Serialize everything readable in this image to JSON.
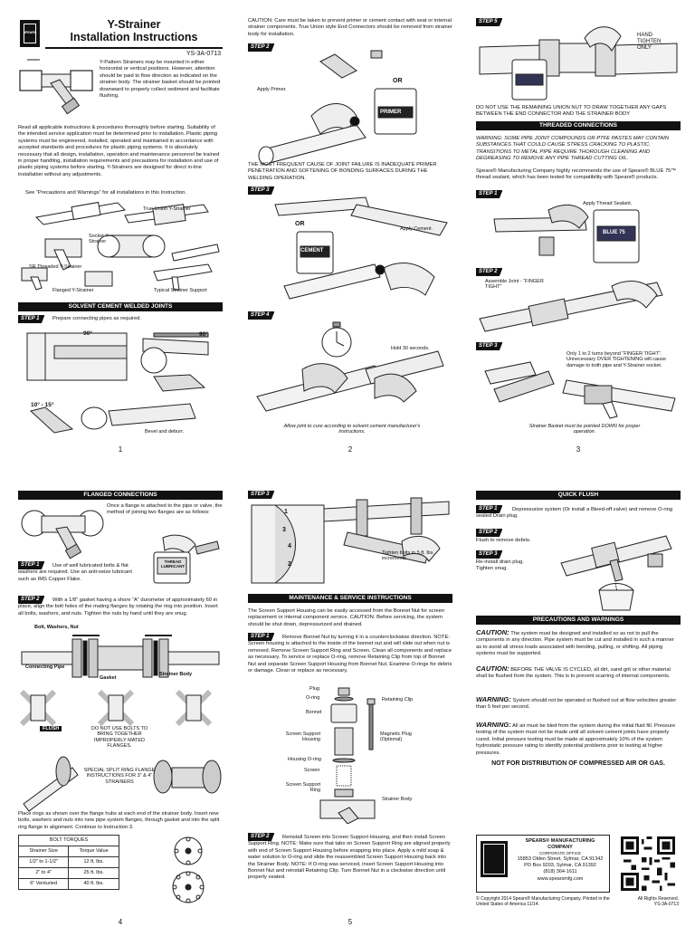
{
  "header": {
    "logo_text": "SPEARS",
    "title_line1": "Y-Strainer",
    "title_line2": "Installation Instructions",
    "doc_code": "YS-3A-0713"
  },
  "panel1": {
    "intro": "Y-Pattern Strainers may be mounted in either horizontal or vertical positions. However, attention should be paid to flow direction as indicated on the strainer body. The strainer basket should be pointed downward to properly collect sediment and facilitate flushing.",
    "body": "Read all applicable instructions & procedures thoroughly before starting. Suitability of the intended service application must be determined prior to installation. Plastic piping systems must be engineered, installed, operated and maintained in accordance with accepted standards and procedures for plastic piping systems. It is absolutely necessary that all design, installation, operation and maintenance personnel be trained in proper handling, installation requirements and precautions for installation and use of plastic piping systems before starting. Y-Strainers are designed for direct in-line installation without any adjustments.",
    "see_note": "See “Precautions and Warnings” for all installations in this Instruction.",
    "labels": {
      "true_union": "True Union Y-Strainer",
      "socket": "Socket Y-Strainer",
      "sr_threaded": "SR Threaded Y-Strainer",
      "flanged": "Flanged Y-Strainer",
      "support": "Typical Strainer Support"
    },
    "section": "SOLVENT CEMENT WELDED JOINTS",
    "step1_label": "STEP 1",
    "step1_text": "Prepare connecting pipes as required.",
    "angle1": "90°",
    "angle2": "90°",
    "bevel_angle": "10° - 15°",
    "bevel_text": "Bevel and deburr.",
    "page_num": "1"
  },
  "panel2": {
    "caution": "CAUTION: Care must be taken to prevent primer or cement contact with seat or internal strainer components. True Union style End Connectors should be removed from strainer body for installation.",
    "step2_label": "STEP 2",
    "apply_primer": "Apply Primer.",
    "or1": "OR",
    "primer_can": "PRIMER",
    "failure_note": "THE MOST FREQUENT CAUSE OF JOINT FAILURE IS INADEQUATE PRIMER PENETRATION AND SOFTENING OF BONDING SURFACES DURING THE WELDING OPERATION.",
    "step3_label": "STEP 3",
    "or2": "OR",
    "cement_can": "CEMENT",
    "apply_cement": "Apply Cement.",
    "step4_label": "STEP 4",
    "hold": "Hold 30 seconds.",
    "cure_note": "Allow joint to cure according to solvent cement manufacturer's instructions.",
    "page_num": "2"
  },
  "panel3": {
    "step5_label": "STEP 5",
    "hand_tighten": "HAND TIGHTEN ONLY",
    "union_note": "DO NOT USE THE REMAINING UNION NUT TO DRAW TOGETHER ANY GAPS BETWEEN THE END CONNECTOR AND THE STRAINER BODY",
    "section": "THREADED CONNECTIONS",
    "warning": "WARNING: SOME PIPE JOINT COMPOUNDS OR PTFE PASTES MAY CONTAIN SUBSTANCES THAT COULD CAUSE STRESS CRACKING TO PLASTIC. TRANSITIONS TO METAL PIPE REQUIRE THOROUGH CLEANING AND DEGREASING TO REMOVE ANY PIPE THREAD CUTTING OIL.",
    "recommend": "Spears® Manufacturing Company highly recommends the use of Spears® BLUE 75™ thread sealant, which has been tested for compatibility with Spears® products.",
    "step1_label": "STEP 1",
    "apply_sealant": "Apply Thread Sealant.",
    "sealant_can": "BLUE 75",
    "step2_label": "STEP 2",
    "assemble": "Assemble Joint - “FINGER TIGHT”",
    "step3_label": "STEP 3",
    "turns": "Only 1 to 2 turns beyond “FINGER TIGHT”. Unnecessary OVER TIGHTENING will cause damage to both pipe and Y-Strainer socket.",
    "basket_note": "Strainer Basket must be pointed DOWN for proper operation.",
    "page_num": "3"
  },
  "panel4": {
    "section": "FLANGED CONNECTIONS",
    "intro": "Once a flange is attached to the pipe or valve, the method of joining two flanges are as follows:",
    "step1_label": "STEP 1",
    "step1_text": "Use of well lubricated bolts & flat washers are required. Use an anti-seize lubricant such as IMS Copper Flake.",
    "lube_can": "THREAD LUBRICANT",
    "step2_label": "STEP 2",
    "step2_text": "With a 1/8\" gasket having a shore “A” durometer of approximately 60 in place, align the bolt holes of the mating flanges by rotating the ring into position. Insert all bolts, washers, and nuts. Tighten the nuts by hand until they are snug.",
    "bolt_label": "Bolt, Washers, Nut",
    "pipe_label": "Connecting Pipe",
    "gasket_label": "Gasket",
    "body_label": "Strainer Body",
    "flush_label": "FLUSH",
    "no_bolts": "DO NOT USE BOLTS TO BRING TOGETHER IMPROPERLY MATED FLANGES.",
    "split_ring": "SPECIAL SPLIT RING FLANGE INSTRUCTIONS FOR 3\" & 4\" STRAINERS",
    "rings_note": "Place rings as shown over the flange hubs at each end of the strainer body. Insert new bolts, washers and nuts into new pipe system flanges, through gasket and into the split ring flange in alignment. Continue to Instruction 3.",
    "table": {
      "title": "BOLT TORQUES",
      "headers": [
        "Strainer Size",
        "Torque Value"
      ],
      "rows": [
        [
          "1/2\" to 1-1/2\"",
          "12 ft. lbs."
        ],
        [
          "2\" to 4\"",
          "25 ft. lbs."
        ],
        [
          "6\" Venturied",
          "40 ft. lbs."
        ]
      ]
    },
    "page_num": "4"
  },
  "panel5": {
    "step3_label": "STEP 3",
    "bolt_nums": [
      "1",
      "2",
      "3",
      "4"
    ],
    "tighten": "Tighten bolts in 5 ft. lbs. increments.",
    "section": "MAINTENANCE & SERVICE INSTRUCTIONS",
    "intro": "The Screen Support Housing can be easily accessed from the Bonnet Nut for screen replacement or internal component service. CAUTION: Before servicing, the system should be shut down, depressurized and drained.",
    "step1_label": "STEP 1",
    "step1_text": "Remove Bonnet Nut by turning it in a counterclockwise direction. NOTE: Screen housing is attached to the inside of the bonnet nut and will slide out when nut is removed. Remove Screen Support Ring and Screen. Clean all components and replace as necessary. To service or replace O-ring, remove Retaining Clip from top of Bonnet Nut and separate Screen Support Housing from Bonnet Nut. Examine O-rings for debris or damage. Clean or replace as necessary.",
    "parts": {
      "plug": "Plug",
      "oring": "O-ring",
      "bonnet": "Bonnet",
      "retaining": "Retaining Clip",
      "ssh": "Screen Support Housing",
      "magnetic": "Magnetic Plug (Optional)",
      "housing_oring": "Housing O-ring",
      "screen": "Screen",
      "ssr": "Screen Support Ring",
      "strainer_body": "Strainer Body"
    },
    "step2_label": "STEP 2",
    "step2_text": "Reinstall Screen into Screen Support Housing, and then install Screen Support Ring. NOTE: Make sure that tabs on Screen Support Ring are aligned properly with end of Screen Support Housing before snapping into place. Apply a mild soap & water solution to O-ring and slide the reassembled Screen Support Housing back into the Strainer Body. NOTE: If O-ring was serviced, insert Screen Support Housing into Bonnet Nut and reinstall Retaining Clip. Turn Bonnet Nut in a clockwise direction until properly seated.",
    "page_num": "5"
  },
  "panel6": {
    "section": "QUICK FLUSH",
    "step1_label": "STEP 1",
    "step1_text": "Depressurize system (Or install a Bleed-off valve) and remove O-ring sealed Drain plug.",
    "step2_label": "STEP 2",
    "step2_text": "Flush to remove debris.",
    "step3_label": "STEP 3",
    "step3_text": "Re-install drain plug. Tighten snug.",
    "section2": "PRECAUTIONS AND WARNINGS",
    "c1_head": "CAUTION:",
    "c1": "The system must be designed and installed so as not to pull the components in any direction. Pipe system must be cut and installed in such a manner as to avoid all stress loads associated with bending, pulling, or shifting. All piping systems must be supported.",
    "c2_head": "CAUTION:",
    "c2": "BEFORE THE VALVE IS CYCLED, all dirt, sand grit or other material shall be flushed from the system. This is to prevent scarring of internal components.",
    "w1_head": "WARNING:",
    "w1": "System should not be operated or flushed out at flow velocities greater than 5 feet per second.",
    "w2_head": "WARNING:",
    "w2": "All air must be bled from the system during the initial fluid fill. Pressure testing of the system must not be made until all solvent cement joints have properly cured. Initial pressure testing must be made at approximately 10% of the system hydrostatic pressure rating to identify potential problems prior to testing at higher pressures.",
    "not_for": "NOT FOR DISTRIBUTION OF COMPRESSED AIR OR GAS.",
    "company": "SPEARS® MANUFACTURING COMPANY",
    "office": "CORPORATE OFFICE",
    "address1": "15853 Olden Street, Sylmar, CA 91342",
    "address2": "PO Box 9203, Sylmar, CA 91392",
    "phone": "(818) 364-1611",
    "web": "www.spearsmfg.com",
    "copyright": "© Copyright 2014 Spears® Manufacturing Company. Printed in the United States of America 11/14.",
    "rights": "All Rights Reserved.",
    "code": "YS-3A-0713"
  }
}
